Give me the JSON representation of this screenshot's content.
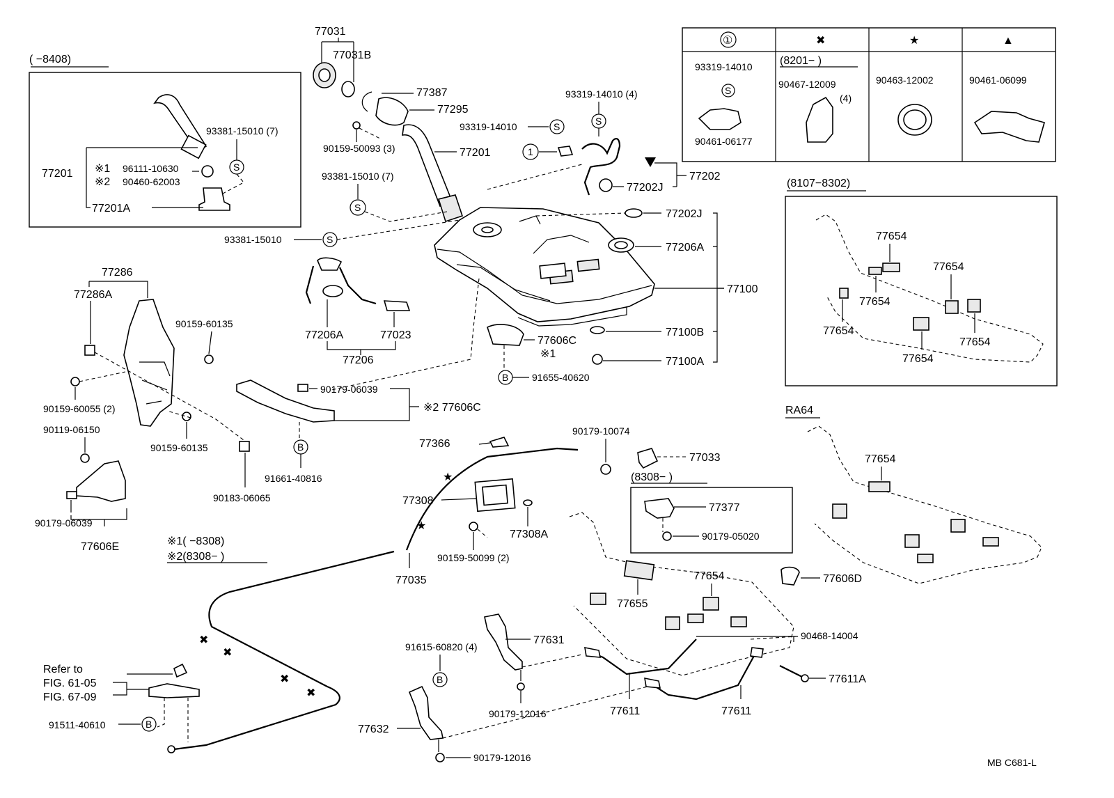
{
  "inset_year_range": "(        −8408)",
  "inset_part_77201": "77201",
  "inset_note1_mark": "※1",
  "inset_note2_mark": "※2",
  "inset_part_96111": "96111-10630",
  "inset_part_90460": "90460-62003",
  "inset_part_93381_7": "93381-15010 (7)",
  "inset_part_77201A": "77201A",
  "inset_s_symbol": "S",
  "top_parts": {
    "p77031": "77031",
    "p77031B": "77031B",
    "p77387": "77387",
    "p77295": "77295",
    "p90159_50093": "90159-50093 (3)",
    "p77201": "77201",
    "p93381_7": "93381-15010 (7)",
    "p93319_4": "93319-14010 (4)",
    "p93319": "93319-14010",
    "p77202": "77202",
    "p77202J_a": "77202J",
    "p77202J_b": "77202J",
    "p93381": "93381-15010",
    "p77206A_a": "77206A",
    "p77206A_b": "77206A",
    "p77100": "77100",
    "p77100B": "77100B",
    "p77100A": "77100A",
    "p77606C": "77606C",
    "p_note1": "※1",
    "p91655": "91655-40620",
    "p77023": "77023",
    "p77206": "77206"
  },
  "left_parts": {
    "p77286": "77286",
    "p77286A": "77286A",
    "p90159_60135_a": "90159-60135",
    "p90159_60055": "90159-60055 (2)",
    "p90159_60135_b": "90159-60135",
    "p90119": "90119-06150",
    "p90183": "90183-06065",
    "p90179_06039_a": "90179-06039",
    "p77606E": "77606E",
    "p90179_06039_b": "90179-06039",
    "p77606C_2": "※2 77606C",
    "p91661": "91661-40816"
  },
  "legend": {
    "col1_symbol": "①",
    "col2_symbol": "✖",
    "col3_symbol": "★",
    "col4_symbol": "▲",
    "col1_part_a": "93319-14010",
    "col1_part_b": "90461-06177",
    "col2_range": "(8201−        )",
    "col2_part": "90467-12009",
    "col2_qty": "(4)",
    "col3_part": "90463-12002",
    "col4_part": "90461-06099"
  },
  "inset_8107": {
    "title": "(8107−8302)",
    "labels": [
      "77654",
      "77654",
      "77654",
      "77654",
      "77654",
      "77654"
    ]
  },
  "inset_ra64": {
    "title": "RA64",
    "label": "77654"
  },
  "cable_area": {
    "p90179_10074": "90179-10074",
    "p77366": "77366",
    "p77033": "77033",
    "p77308": "77308",
    "p77308A": "77308A",
    "p90159_50099": "90159-50099 (2)",
    "p77035": "77035",
    "note1": "※1(        −8308)",
    "note2": "※2(8308−        )",
    "refer_to": "Refer to",
    "fig1": "FIG. 61-05",
    "fig2": "FIG. 67-09",
    "p91511": "91511-40610"
  },
  "inset_8308": {
    "title": "(8308−        )",
    "p77377": "77377",
    "p90179_05020": "90179-05020"
  },
  "bottom_parts": {
    "p77654": "77654",
    "p77655": "77655",
    "p77606D": "77606D",
    "p90468": "90468-14004",
    "p77631": "77631",
    "p91615": "91615-60820 (4)",
    "p77611A": "77611A",
    "p77611_a": "77611",
    "p77611_b": "77611",
    "p90179_12016_a": "90179-12016",
    "p77632": "77632",
    "p90179_12016_b": "90179-12016"
  },
  "symbols": {
    "s": "S",
    "b": "B",
    "one": "1"
  },
  "drawing_code": "MB  C681-L"
}
